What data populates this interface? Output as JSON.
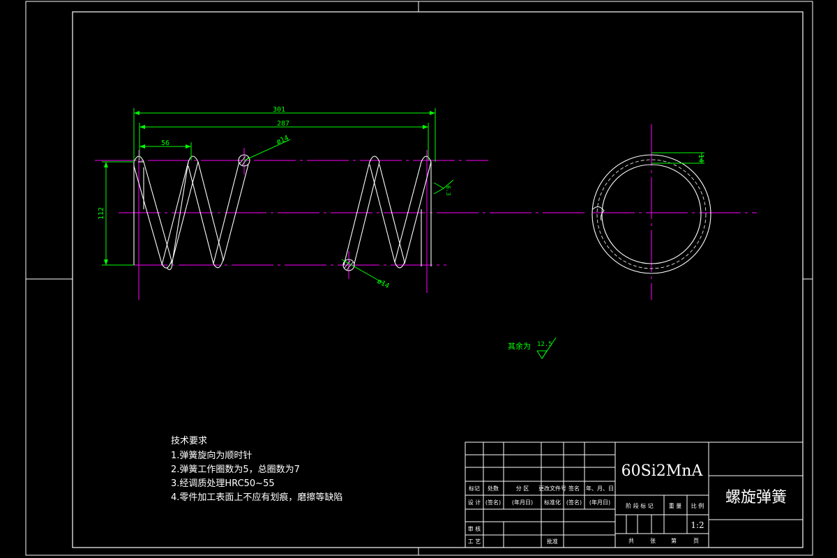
{
  "dimensions": {
    "overall_length": "301",
    "inner_length": "287",
    "pitch": "56",
    "height": "112",
    "wire_dia_top": "ø14",
    "wire_dia_bottom": "ø14",
    "section_width": "14",
    "roughness_ra": "6.3"
  },
  "surface_note": {
    "label": "其余为",
    "value": "12.5"
  },
  "tech_requirements": {
    "title": "技术要求",
    "items": [
      "1.弹簧旋向为顺时针",
      "2.弹簧工作圈数为5，总圈数为7",
      "3.经调质处理HRC50~55",
      "4.零件加工表面上不应有划痕，磨擦等缺陷"
    ]
  },
  "title_block": {
    "material": "60Si2MnA",
    "part_name": "螺旋弹簧",
    "scale": "1:2",
    "row_header": [
      "标记",
      "处数",
      "分 区",
      "更改文件号",
      "签名",
      "年、月、日"
    ],
    "design_row": [
      "设 计",
      "(签名)",
      "(年月日)",
      "标准化",
      "(签名)",
      "(年月日)"
    ],
    "review": "审 核",
    "process": "工 艺",
    "approve": "批准",
    "stage_labels": [
      "阶 段 标 记",
      "重 量",
      "比 例"
    ],
    "sheet_labels": [
      "共",
      "张",
      "第",
      "页"
    ]
  }
}
